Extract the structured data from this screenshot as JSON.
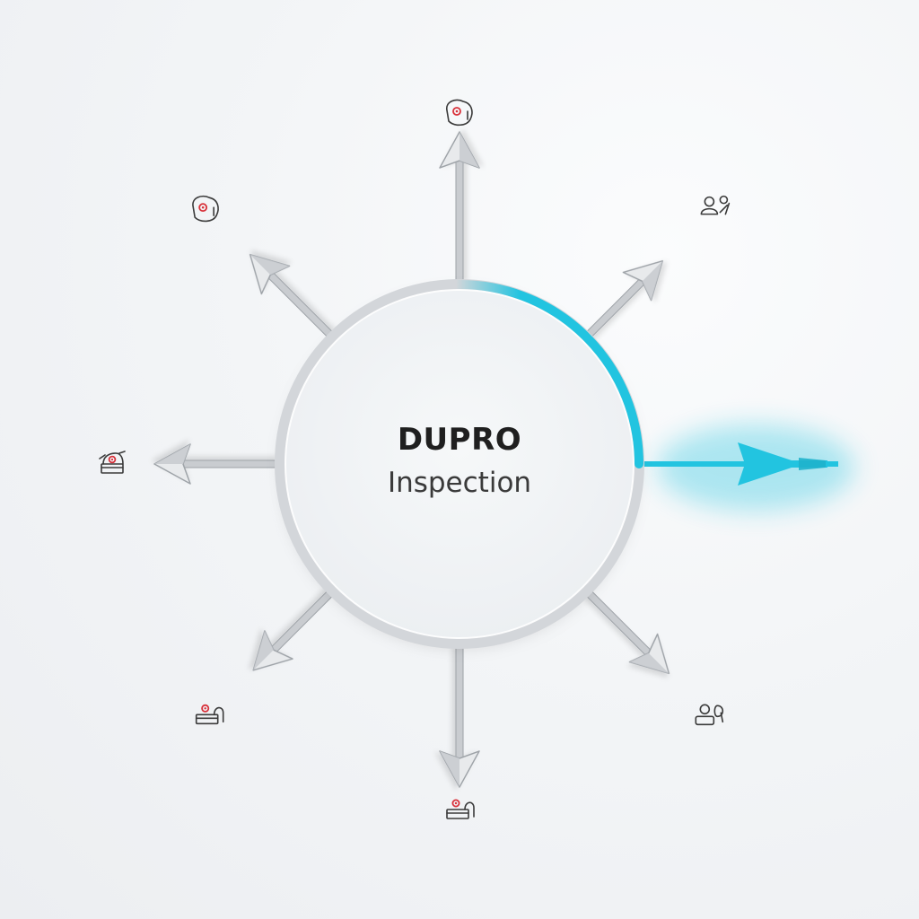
{
  "hub": {
    "title": "DUPRO",
    "subtitle": "Inspection"
  },
  "colors": {
    "accent": "#22c4e0",
    "arrow": "#c9ccd0",
    "arrow_edge": "#9ea3a8",
    "ring": "#cfd2d6",
    "icon_stroke": "#3a3a3a",
    "icon_mark": "#d8313a"
  },
  "spokes": [
    {
      "direction": "up",
      "icon": "inspector-badge-icon",
      "highlighted": false
    },
    {
      "direction": "up-right",
      "icon": "people-icon",
      "highlighted": false
    },
    {
      "direction": "right",
      "icon": "",
      "highlighted": true
    },
    {
      "direction": "down-right",
      "icon": "person-badge-icon",
      "highlighted": false
    },
    {
      "direction": "down",
      "icon": "product-box-icon",
      "highlighted": false
    },
    {
      "direction": "down-left",
      "icon": "product-box-icon",
      "highlighted": false
    },
    {
      "direction": "left",
      "icon": "machine-icon",
      "highlighted": false
    },
    {
      "direction": "up-left",
      "icon": "inspector-badge-icon",
      "highlighted": false
    }
  ]
}
